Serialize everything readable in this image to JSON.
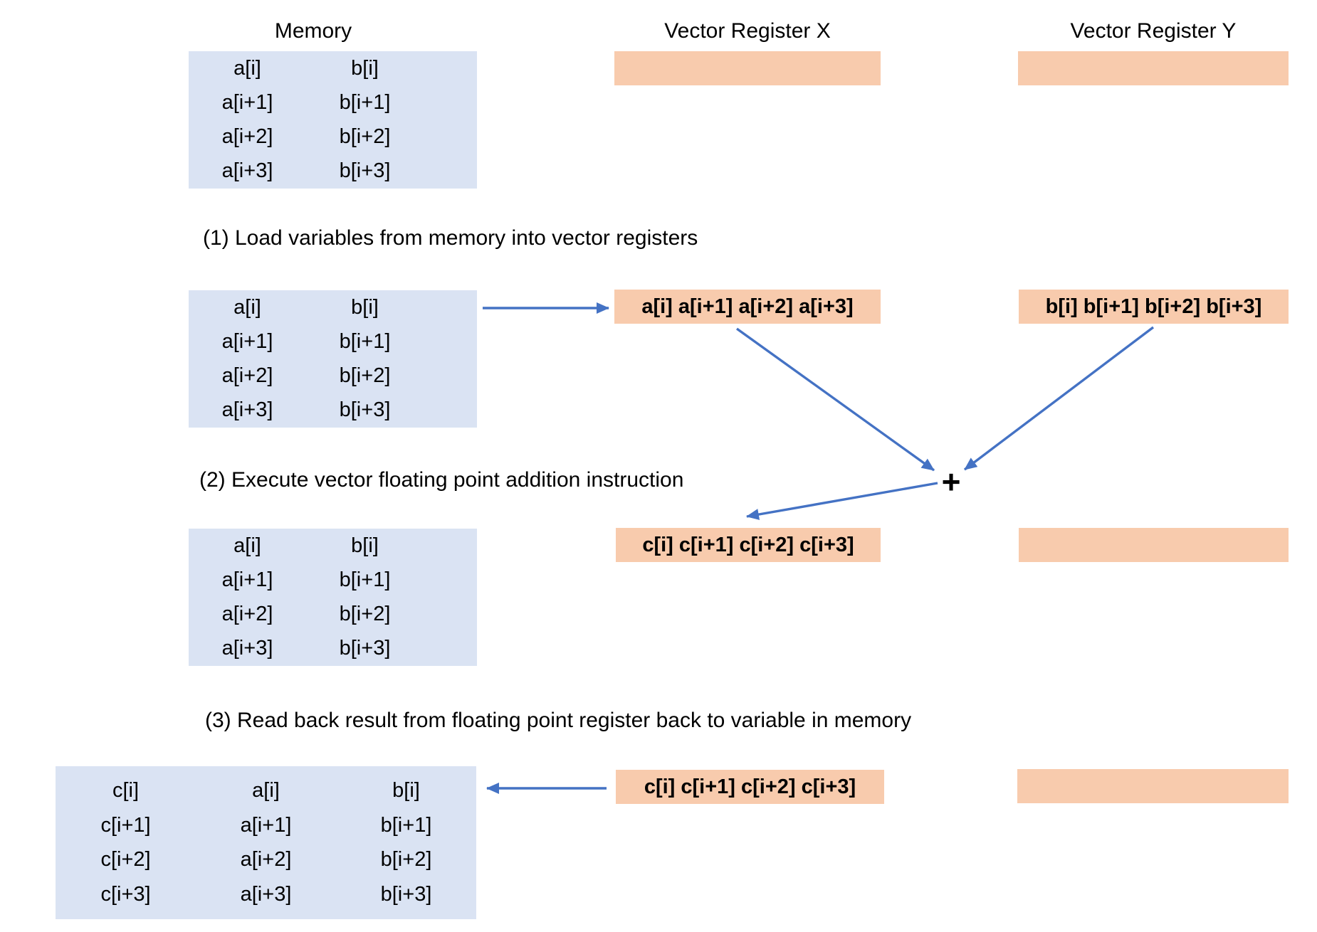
{
  "colors": {
    "memory_fill": "#dae3f3",
    "register_fill": "#f8cbad",
    "arrow": "#4472c4",
    "text": "#000000"
  },
  "headers": {
    "memory": "Memory",
    "register_x": "Vector Register X",
    "register_y": "Vector Register Y"
  },
  "steps": {
    "s1": "(1) Load variables from memory into vector registers",
    "s2": "(2) Execute vector floating point addition instruction",
    "s3": "(3) Read back result from floating point register back to variable in memory"
  },
  "memory": {
    "a": [
      "a[i]",
      "a[i+1]",
      "a[i+2]",
      "a[i+3]"
    ],
    "b": [
      "b[i]",
      "b[i+1]",
      "b[i+2]",
      "b[i+3]"
    ],
    "c": [
      "c[i]",
      "c[i+1]",
      "c[i+2]",
      "c[i+3]"
    ]
  },
  "registers": {
    "x_loaded": "a[i] a[i+1] a[i+2] a[i+3]",
    "y_loaded": "b[i] b[i+1] b[i+2] b[i+3]",
    "result": "c[i] c[i+1] c[i+2] c[i+3]"
  },
  "operator": {
    "plus": "+"
  }
}
